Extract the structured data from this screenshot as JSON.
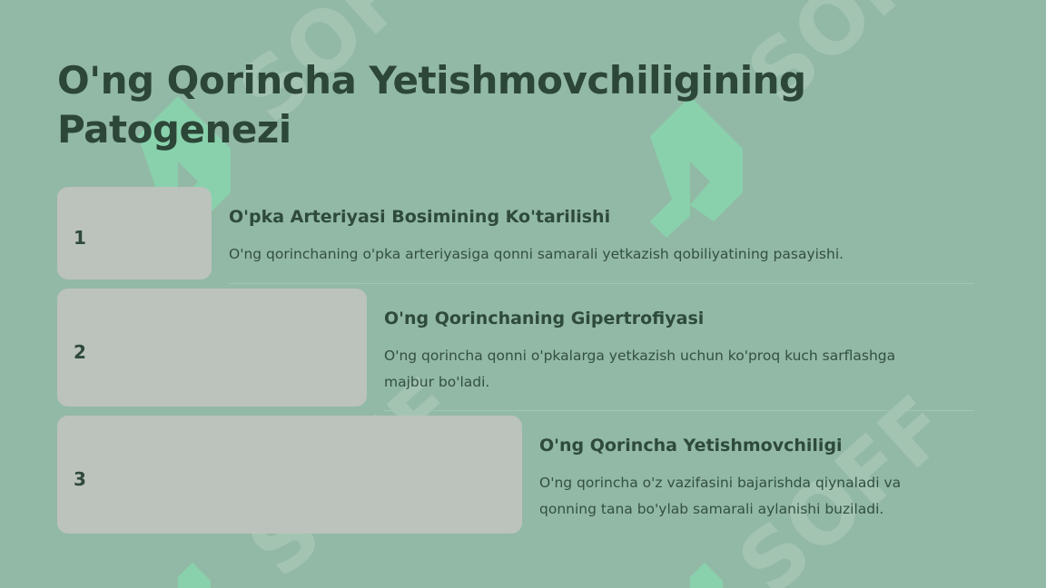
{
  "title": "O'ng Qorincha Yetishmovchiligining Patogenezi",
  "watermark_text": "SOFF",
  "colors": {
    "background": "#92b9a5",
    "box": "#bcc3bc",
    "heading_text": "#2c4637",
    "watermark_green": "#86d9b0"
  },
  "steps": [
    {
      "number": "1",
      "heading": "O'pka Arteriyasi Bosimining Ko'tarilishi",
      "text": "O'ng qorinchaning o'pka arteriyasiga qonni samarali yetkazish qobiliyatining pasayishi."
    },
    {
      "number": "2",
      "heading": "O'ng Qorinchaning Gipertrofiyasi",
      "text": "O'ng qorincha qonni o'pkalarga yetkazish uchun ko'proq kuch sarflashga majbur bo'ladi."
    },
    {
      "number": "3",
      "heading": "O'ng Qorincha Yetishmovchiligi",
      "text": "O'ng qorincha o'z vazifasini bajarishda qiynaladi va qonning tana bo'ylab samarali aylanishi buziladi."
    }
  ]
}
